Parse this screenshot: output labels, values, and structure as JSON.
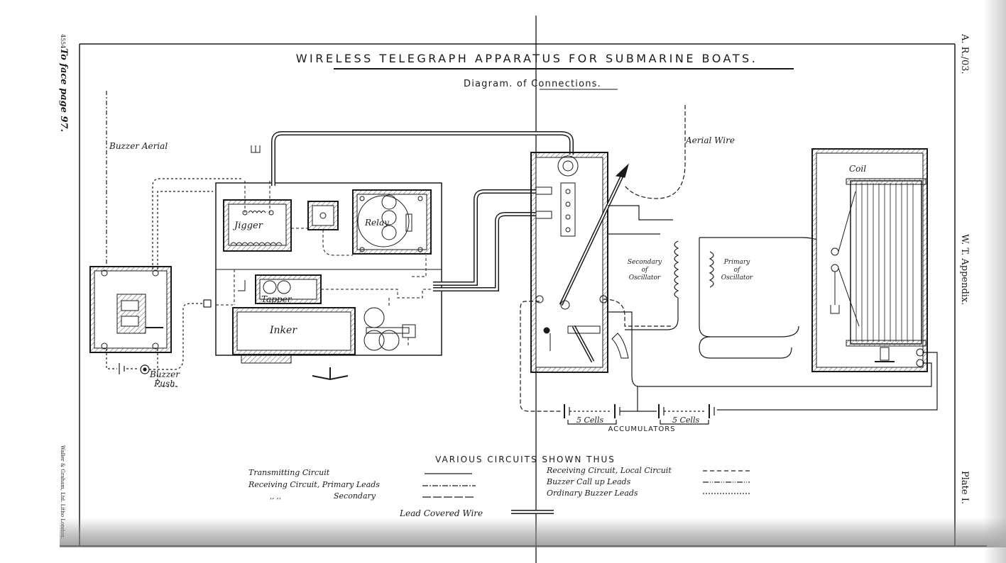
{
  "header": {
    "title": "WIRELESS TELEGRAPH APPARATUS FOR SUBMARINE BOATS.",
    "subtitle": "Diagram. of Connections."
  },
  "margin": {
    "left_note": "To face page 97.",
    "left_number": "4554",
    "printer": "Waller & Graham, Ltd. Litho London.",
    "right_ref": "A. R./03.",
    "right_appendix": "W. T. Appendix.",
    "right_plate": "Plate I."
  },
  "labels": {
    "buzzer_aerial": "Buzzer Aerial",
    "aerial_wire": "Aerial Wire",
    "jigger": "Jigger",
    "relay": "Relay",
    "tapper": "Tapper",
    "inker": "Inker",
    "buzzer_push": "Buzzer Push",
    "coil": "Coil",
    "secondary_oscillator": "Secondary of Oscillator",
    "primary_oscillator": "Primary of Oscillator",
    "cells_left": "5 Cells",
    "cells_right": "5 Cells",
    "accumulators": "ACCUMULATORS"
  },
  "legend": {
    "heading": "VARIOUS CIRCUITS SHOWN THUS",
    "left_items": [
      {
        "label": "Transmitting Circuit",
        "style": "solid"
      },
      {
        "label": "Receiving Circuit, Primary Leads",
        "style": "dash-dot"
      },
      {
        "label": "Secondary",
        "style": "long-dash"
      }
    ],
    "ditto": ",,        ,,",
    "right_items": [
      {
        "label": "Receiving Circuit, Local Circuit",
        "style": "dashed"
      },
      {
        "label": "Buzzer Call up Leads",
        "style": "dash-dot-dot"
      },
      {
        "label": "Ordinary Buzzer Leads",
        "style": "dotted"
      }
    ],
    "lead_covered": "Lead Covered Wire"
  },
  "colors": {
    "ink": "#1a1a1a",
    "paper": "#ffffff",
    "hatch": "#555555"
  }
}
